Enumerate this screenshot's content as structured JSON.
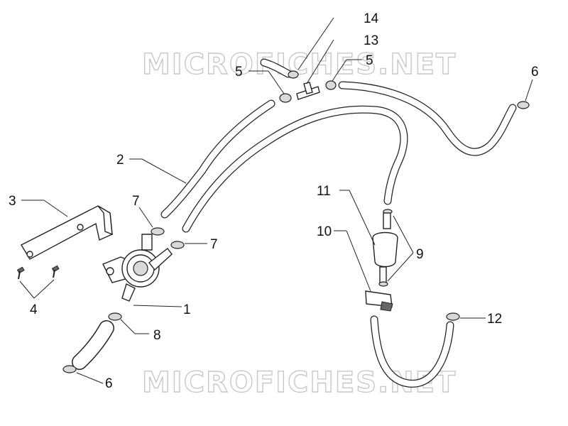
{
  "watermarks": [
    "MICROFICHES.NET",
    "MICROFICHES.NET"
  ],
  "callouts": [
    {
      "id": "c1",
      "label": "1"
    },
    {
      "id": "c2",
      "label": "2"
    },
    {
      "id": "c3",
      "label": "3"
    },
    {
      "id": "c4",
      "label": "4"
    },
    {
      "id": "c5a",
      "label": "5"
    },
    {
      "id": "c5b",
      "label": "5"
    },
    {
      "id": "c6a",
      "label": "6"
    },
    {
      "id": "c6b",
      "label": "6"
    },
    {
      "id": "c7a",
      "label": "7"
    },
    {
      "id": "c7b",
      "label": "7"
    },
    {
      "id": "c8",
      "label": "8"
    },
    {
      "id": "c9",
      "label": "9"
    },
    {
      "id": "c10",
      "label": "10"
    },
    {
      "id": "c11",
      "label": "11"
    },
    {
      "id": "c12",
      "label": "12"
    },
    {
      "id": "c13",
      "label": "13"
    },
    {
      "id": "c14",
      "label": "14"
    }
  ]
}
